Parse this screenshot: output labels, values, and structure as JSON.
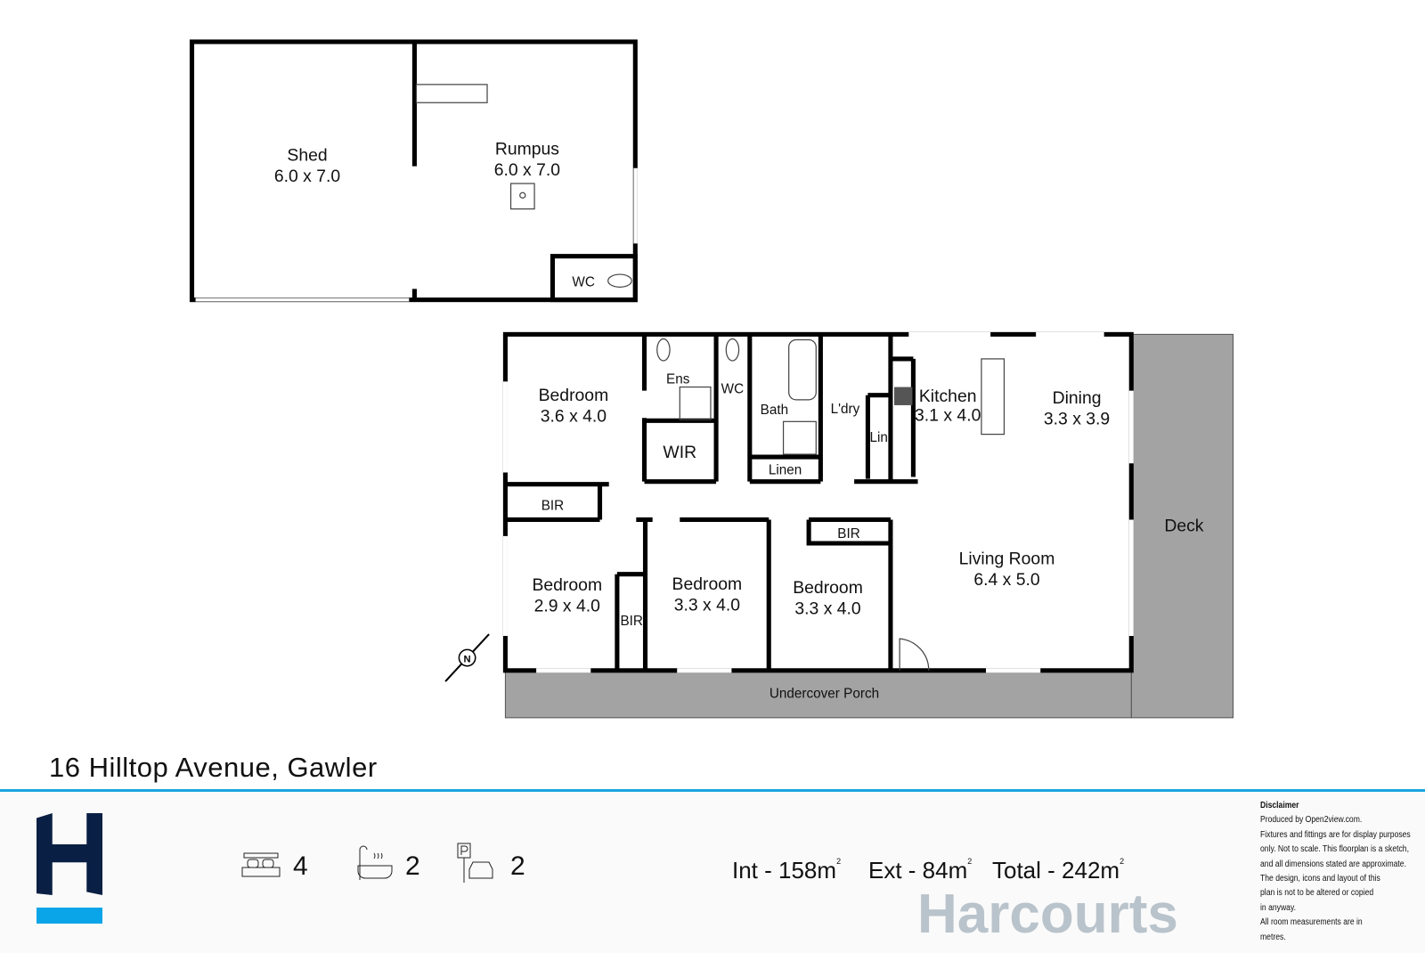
{
  "address": "16 Hilltop Avenue, Gawler",
  "rooms": {
    "shed": {
      "name": "Shed",
      "size": "6.0 x 7.0"
    },
    "rumpus": {
      "name": "Rumpus",
      "size": "6.0 x 7.0"
    },
    "outbuilding_wc": "WC",
    "bedroom1": {
      "name": "Bedroom",
      "size": "3.6 x 4.0"
    },
    "ens": "Ens",
    "wc": "WC",
    "wir": "WIR",
    "bath": "Bath",
    "laundry": "L'dry",
    "linen": "Linen",
    "lin": "Lin",
    "kitchen": {
      "name": "Kitchen",
      "size": "3.1 x 4.0"
    },
    "dining": {
      "name": "Dining",
      "size": "3.3 x 3.9"
    },
    "bir1": "BIR",
    "bir2": "BIR",
    "bir3": "BIR",
    "bedroom2": {
      "name": "Bedroom",
      "size": "2.9 x 4.0"
    },
    "bedroom3": {
      "name": "Bedroom",
      "size": "3.3 x 4.0"
    },
    "bedroom4": {
      "name": "Bedroom",
      "size": "3.3 x 4.0"
    },
    "living": {
      "name": "Living Room",
      "size": "6.4 x 5.0"
    },
    "deck": "Deck",
    "porch": "Undercover Porch"
  },
  "compass": "N",
  "stats": {
    "bedrooms": "4",
    "bedrooms_icon": "bed-icon",
    "bathrooms": "2",
    "bathrooms_icon": "bath-icon",
    "parking": "2",
    "parking_icon": "car-parking-icon"
  },
  "areas": {
    "int": "Int - 158m",
    "ext": "Ext - 84m",
    "total": "Total - 242m",
    "unit_sup": "2"
  },
  "brand": {
    "watermark": "Harcourts",
    "navy": "#0a1f44",
    "blue": "#0aa5e8"
  },
  "disclaimer": {
    "title": "Disclaimer",
    "lines": [
      "Produced by Open2view.com.",
      "Fixtures and fittings are for display purposes",
      "only. Not to scale. This floorplan is a sketch,",
      "and all dimensions stated are approximate.",
      "The design, icons and layout of this",
      "plan is not to be altered or copied",
      "in anyway.",
      "All room measurements are in",
      "metres."
    ]
  }
}
